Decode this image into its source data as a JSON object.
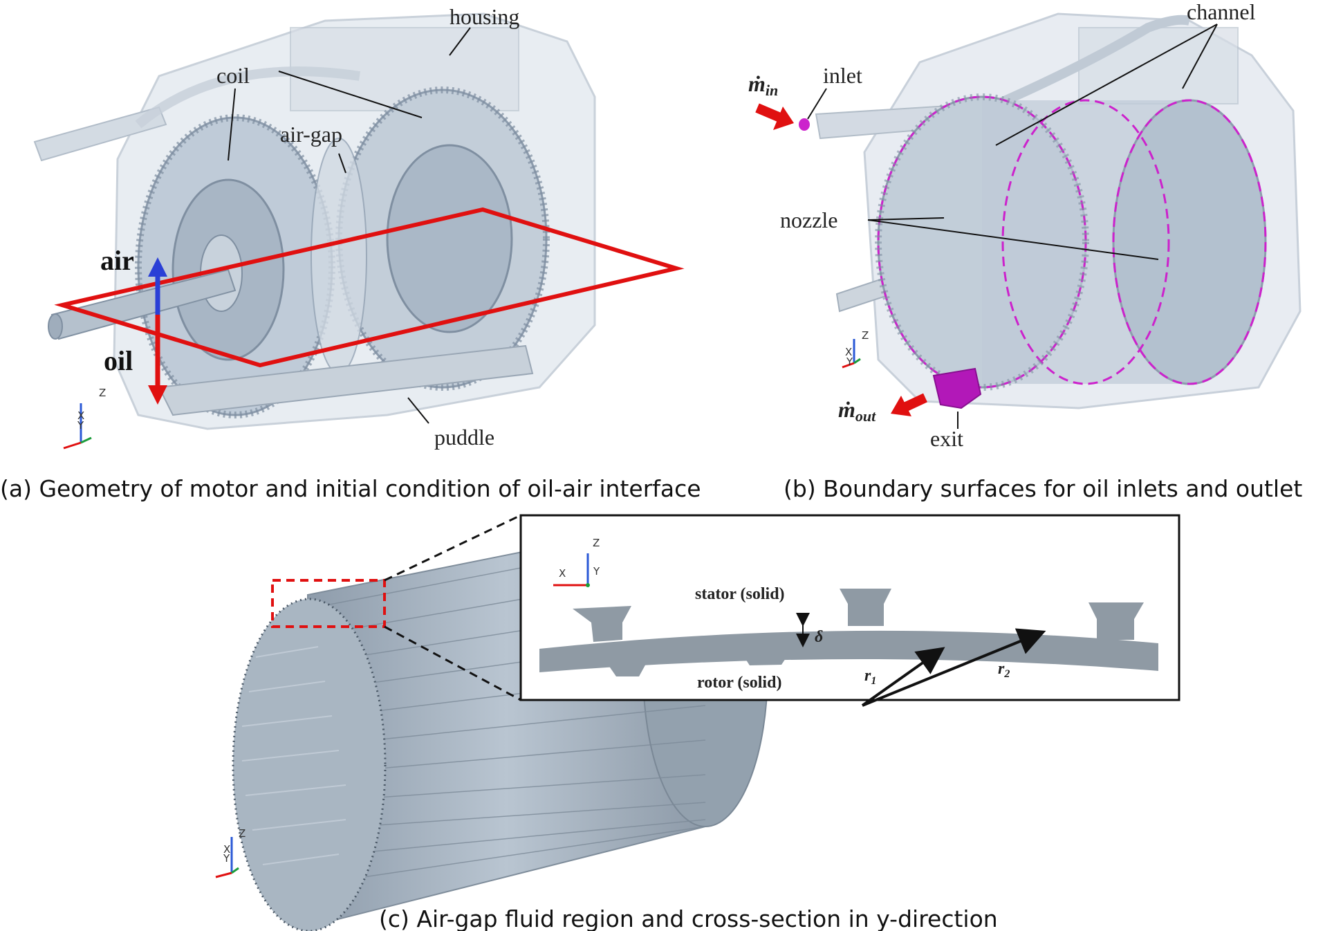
{
  "panel_a": {
    "caption": "(a) Geometry of motor and initial condition of oil-air interface",
    "labels": {
      "housing": "housing",
      "coil": "coil",
      "air_gap": "air-gap",
      "air": "air",
      "oil": "oil",
      "puddle": "puddle"
    },
    "axes": {
      "z": "Z",
      "y": "Y",
      "x": "X"
    },
    "colors": {
      "interface_plane": "#e01010",
      "air_arrow": "#2a3fd6",
      "oil_arrow": "#e01010"
    }
  },
  "panel_b": {
    "caption": "(b) Boundary surfaces for oil inlets and outlet",
    "labels": {
      "channel": "channel",
      "inlet": "inlet",
      "nozzle": "nozzle",
      "m_in": "ṁ",
      "m_in_sub": "in",
      "m_out": "ṁ",
      "m_out_sub": "out",
      "exit": "exit"
    },
    "axes": {
      "z": "Z",
      "y": "Y",
      "x": "X"
    },
    "colors": {
      "boundary_magenta": "#cc22cc",
      "flow_arrow": "#e01010"
    }
  },
  "panel_c": {
    "caption": "(c) Air-gap fluid region and cross-section in y-direction",
    "labels": {
      "stator": "stator (solid)",
      "rotor": "rotor (solid)",
      "delta": "δ",
      "r1": "r",
      "r1_sub": "1",
      "r2": "r",
      "r2_sub": "2"
    },
    "axes": {
      "z": "Z",
      "y": "Y",
      "x": "X"
    },
    "colors": {
      "cylinder": "#aab8c6",
      "zoom_box": "#e01010",
      "section": "#8f9aa4"
    }
  }
}
